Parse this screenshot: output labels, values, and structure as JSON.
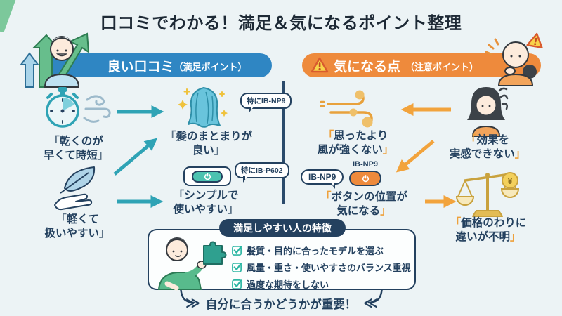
{
  "title": "口コミでわかる！満足＆気になるポイント整理",
  "good": {
    "header": "良い口コミ",
    "header_sub": "（満足ポイント）",
    "quotes": [
      {
        "open": "「",
        "l1": "乾くのが",
        "l2": "早くて時短",
        "close": "」"
      },
      {
        "open": "「",
        "l1": "軽くて",
        "l2": "扱いやすい",
        "close": "」"
      },
      {
        "open": "「",
        "l1": "髪のまとまりが",
        "l2": "良い",
        "close": "」",
        "badge": "特にIB-NP9"
      },
      {
        "open": "「",
        "l1": "シンプルで",
        "l2": "使いやすい",
        "close": "」",
        "badge": "特にIB-P602"
      }
    ]
  },
  "concern": {
    "header": "気になる点",
    "header_sub": "（注意ポイント）",
    "quotes": [
      {
        "open": "「",
        "l1": "思ったより",
        "l2": "風が強くない",
        "close": "」"
      },
      {
        "open": "「",
        "l1": "効果を",
        "l2": "実感できない",
        "close": "」"
      },
      {
        "open": "「",
        "l1": "ボタンの位置が",
        "l2": "気になる",
        "close": "」"
      },
      {
        "open": "「",
        "l1": "価格のわりに",
        "l2": "違いが不明",
        "close": "」"
      }
    ],
    "bubble_label": "IB-NP9",
    "button_label": "IB-NP9",
    "coin_symbol": "¥"
  },
  "summary": {
    "header": "満足しやすい人の特徴",
    "checklist": [
      "髪質・目的に合ったモデルを選ぶ",
      "風量・重さ・使いやすさのバランス重視",
      "過度な期待をしない"
    ]
  },
  "tagline": {
    "left": "≫",
    "text": "自分に合うかどうかが重要！",
    "right": "≪"
  },
  "colors": {
    "background": "#ECF3F5",
    "good_accent": "#2F86C3",
    "concern_accent": "#EE8A3C",
    "teal_arrow": "#2FA3B5",
    "orange_arrow": "#F2A33C",
    "navy": "#24415F",
    "check_teal": "#2EB7A4"
  }
}
